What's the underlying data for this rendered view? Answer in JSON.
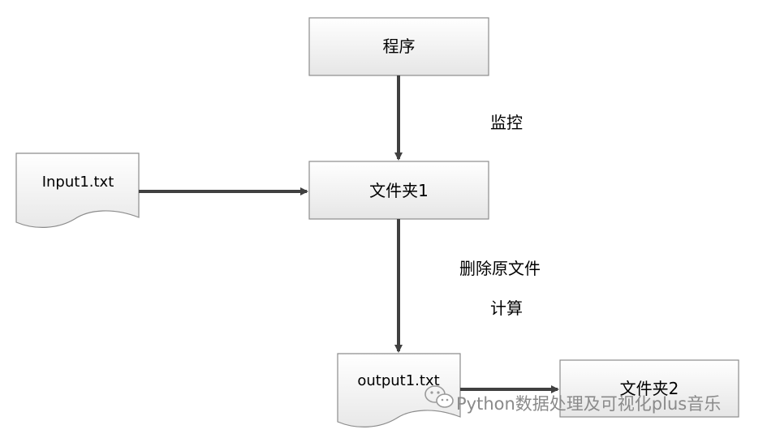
{
  "nodes": {
    "program": {
      "label": "程序"
    },
    "folder1": {
      "label": "文件夹1"
    },
    "folder2": {
      "label": "文件夹2"
    },
    "input_file": {
      "label": "Input1.txt"
    },
    "output_file": {
      "label": "output1.txt"
    }
  },
  "edges": {
    "program_to_folder1": {
      "label": "监控"
    },
    "folder1_to_output": {
      "label_line1": "删除原文件",
      "label_line2": "计算"
    },
    "input_to_folder1": {
      "label": ""
    },
    "output_to_folder2": {
      "label": ""
    }
  },
  "watermark": {
    "text": "Python数据处理及可视化plus音乐"
  },
  "colors": {
    "box_fill_top": "#ffffff",
    "box_fill_bottom": "#e9e9e9",
    "box_stroke": "#8c8c8c",
    "arrow": "#404040"
  }
}
